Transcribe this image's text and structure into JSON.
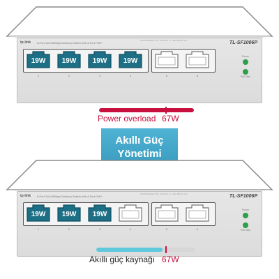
{
  "device": {
    "brand": "tp-link",
    "description": "6-Port 10/100Mbps Desktop Switch with 4-Port PoE+",
    "model": "TL-SF1006P",
    "fine_print": "Total PoE Budget 67W · PoE Ports 1-4 · Max 30W per port",
    "led_power": "Power",
    "led_poe_max": "PoE Max",
    "port_numbers": [
      "1",
      "2",
      "3",
      "4",
      "5",
      "6"
    ]
  },
  "top_switch": {
    "ports": [
      {
        "number": "1",
        "label": "19W",
        "powered": true
      },
      {
        "number": "2",
        "label": "19W",
        "powered": true
      },
      {
        "number": "3",
        "label": "19W",
        "powered": true
      },
      {
        "number": "4",
        "label": "19W",
        "powered": true
      },
      {
        "number": "5",
        "label": "",
        "powered": false
      },
      {
        "number": "6",
        "label": "",
        "powered": false
      }
    ],
    "bar_label": "Power overload",
    "budget_label": "67W",
    "bar_fill_fraction": 1.0,
    "budget_fraction": 0.7,
    "bar_color": "#c8103e"
  },
  "arrow": {
    "line1": "Akıllı Güç",
    "line2": "Yönetimi",
    "color": "#3aa0c4"
  },
  "bottom_switch": {
    "ports": [
      {
        "number": "1",
        "label": "19W",
        "powered": true
      },
      {
        "number": "2",
        "label": "19W",
        "powered": true
      },
      {
        "number": "3",
        "label": "19W",
        "powered": true
      },
      {
        "number": "4",
        "label": "",
        "powered": false
      },
      {
        "number": "5",
        "label": "",
        "powered": false
      },
      {
        "number": "6",
        "label": "",
        "powered": false
      }
    ],
    "bar_label": "Akıllı güç kaynağı",
    "budget_label": "67W",
    "bar_fill_fraction": 0.67,
    "budget_fraction": 0.7,
    "bar_color": "#5ec8dc"
  },
  "colors": {
    "powered_port": "#1d6f85",
    "idle_port": "#ffffff",
    "led": "#2e9e4a",
    "overload": "#c8103e"
  }
}
